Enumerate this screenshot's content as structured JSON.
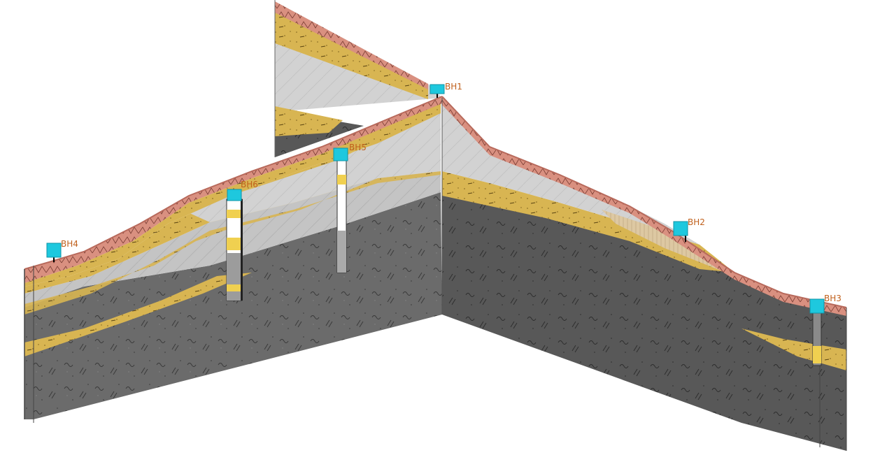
{
  "colors": {
    "marker": "#1ec8de",
    "marker_dark": "#0f93a6",
    "label": "#c0601c",
    "topsoil": "#d99080",
    "topsoil_edge": "#b86a5c",
    "sand": "#d8b552",
    "sand_dark": "#b48f33",
    "clay": "#c4c4c4",
    "clay_light": "#d4d4d4",
    "rock": "#6b6b6b",
    "rock_dark": "#575757",
    "tan": "#ddc8a2"
  },
  "boreholes": [
    {
      "id": "bh1",
      "label": "BH1"
    },
    {
      "id": "bh2",
      "label": "BH2"
    },
    {
      "id": "bh3",
      "label": "BH3"
    },
    {
      "id": "bh4",
      "label": "BH4"
    },
    {
      "id": "bh5",
      "label": "BH5"
    },
    {
      "id": "bh6",
      "label": "BH6"
    }
  ]
}
